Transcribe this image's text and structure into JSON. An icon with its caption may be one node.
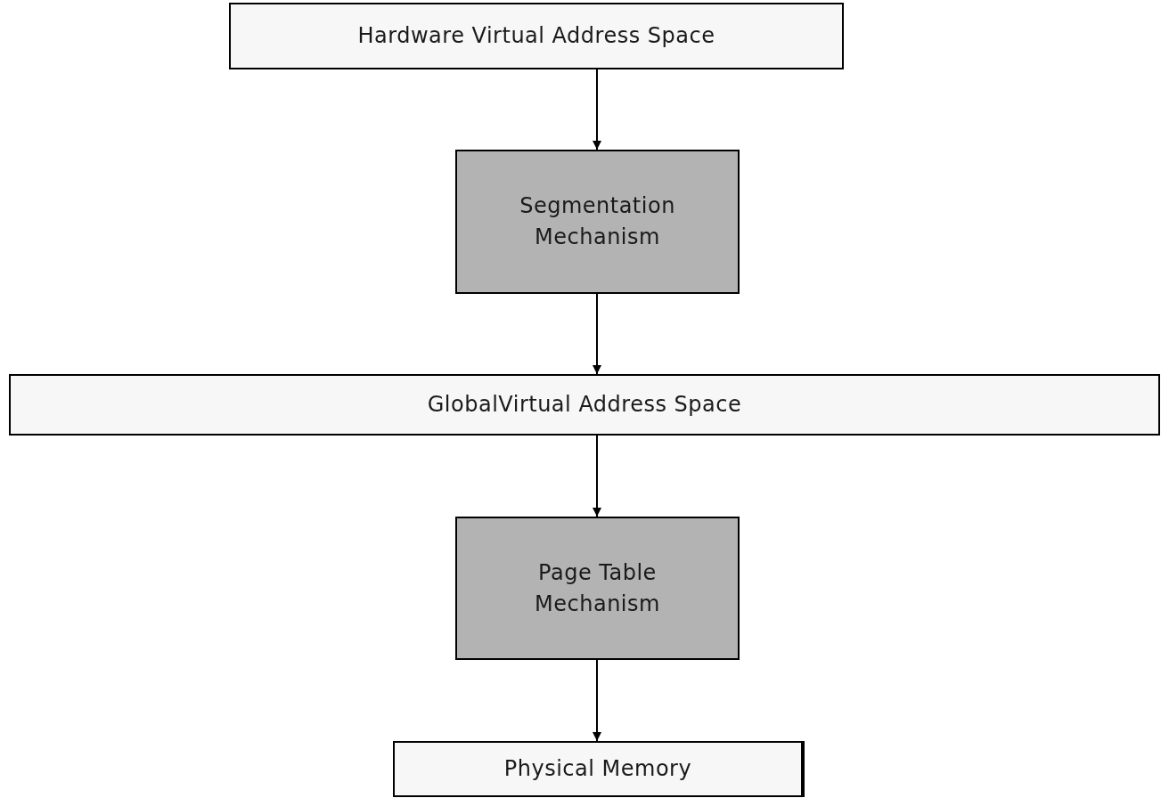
{
  "diagram": {
    "nodes": [
      {
        "text": [
          "Hardware Virtual Address Space"
        ]
      },
      {
        "text": [
          "Segmentation Mechanism"
        ]
      },
      {
        "text": [
          "GlobalVirtual Address Space"
        ]
      },
      {
        "text": [
          "Page Table Mechanism"
        ]
      },
      {
        "text": [
          "Physical Memory"
        ]
      }
    ],
    "edges": [
      {
        "from": 0,
        "to": 1,
        "arrow": "to"
      },
      {
        "from": 1,
        "to": 2,
        "arrow": "to"
      },
      {
        "from": 2,
        "to": 3,
        "arrow": "to"
      },
      {
        "from": 3,
        "to": 4,
        "arrow": "to"
      }
    ]
  }
}
